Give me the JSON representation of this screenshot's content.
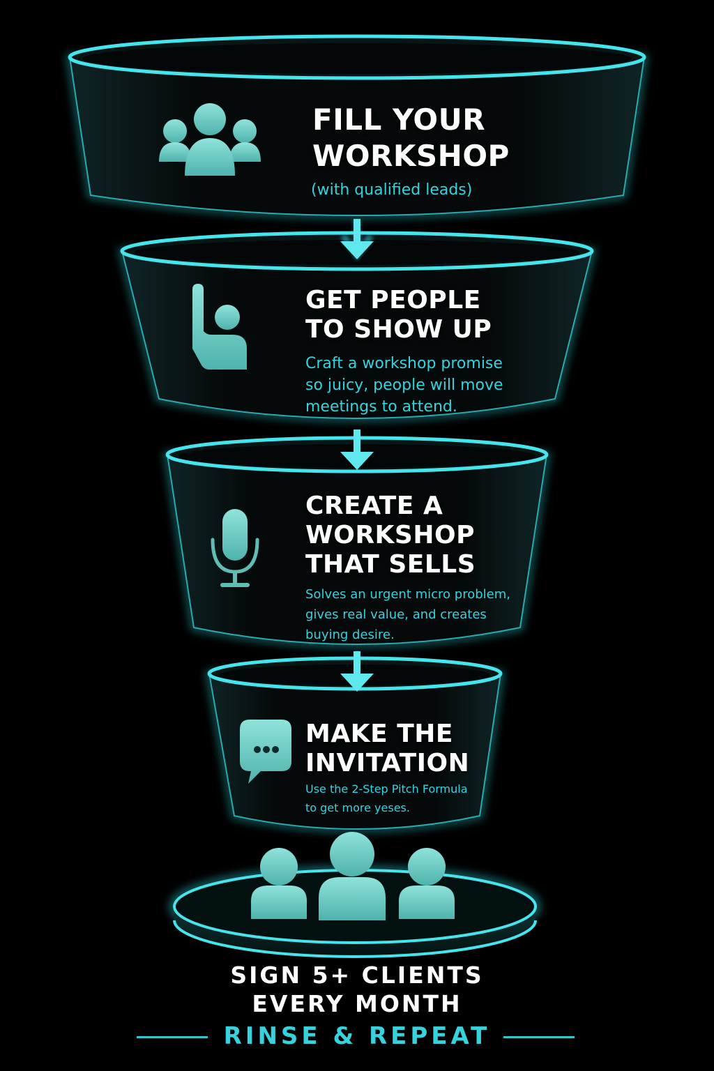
{
  "colors": {
    "accent": "#36d3de",
    "icon": "#6fd1ca",
    "background": "#000000",
    "text": "#ffffff"
  },
  "stages": [
    {
      "title_lines": [
        "FILL YOUR",
        "WORKSHOP"
      ],
      "subtitle_lines": [
        "(with qualified leads)"
      ],
      "icon": "group-of-people-icon"
    },
    {
      "title_lines": [
        "GET PEOPLE",
        "TO SHOW UP"
      ],
      "subtitle_lines": [
        "Craft a workshop promise",
        "so juicy, people will move",
        "meetings to attend."
      ],
      "icon": "raised-hand-icon"
    },
    {
      "title_lines": [
        "CREATE A",
        "WORKSHOP",
        "THAT SELLS"
      ],
      "subtitle_lines": [
        "Solves an urgent micro problem,",
        "gives real value, and creates",
        "buying desire."
      ],
      "icon": "microphone-icon"
    },
    {
      "title_lines": [
        "MAKE THE",
        "INVITATION"
      ],
      "subtitle_lines": [
        "Use the 2-Step Pitch Formula",
        "to get more yeses."
      ],
      "icon": "chat-bubble-icon"
    }
  ],
  "result": {
    "lines": [
      "SIGN 5+ CLIENTS",
      "EVERY MONTH"
    ],
    "icon": "clients-group-icon"
  },
  "tagline": "RINSE & REPEAT"
}
